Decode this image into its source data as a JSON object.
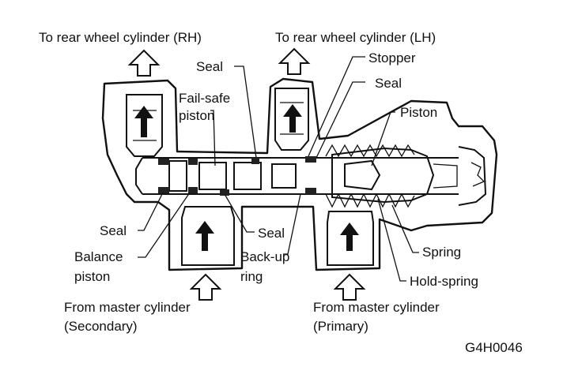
{
  "labels": {
    "rear_rh": "To rear wheel cylinder (RH)",
    "rear_lh": "To rear wheel cylinder (LH)",
    "seal_top_left": "Seal",
    "stopper": "Stopper",
    "seal_top_right": "Seal",
    "fail_safe_1": "Fail-safe",
    "fail_safe_2": "piston",
    "piston": "Piston",
    "seal_left": "Seal",
    "seal_mid": "Seal",
    "balance_1": "Balance",
    "balance_2": "piston",
    "backup_1": "Back-up",
    "backup_2": "ring",
    "spring": "Spring",
    "hold_spring": "Hold-spring",
    "from_sec_1": "From master cylinder",
    "from_sec_2": "(Secondary)",
    "from_pri_1": "From master cylinder",
    "from_pri_2": "(Primary)",
    "code": "G4H0046"
  }
}
